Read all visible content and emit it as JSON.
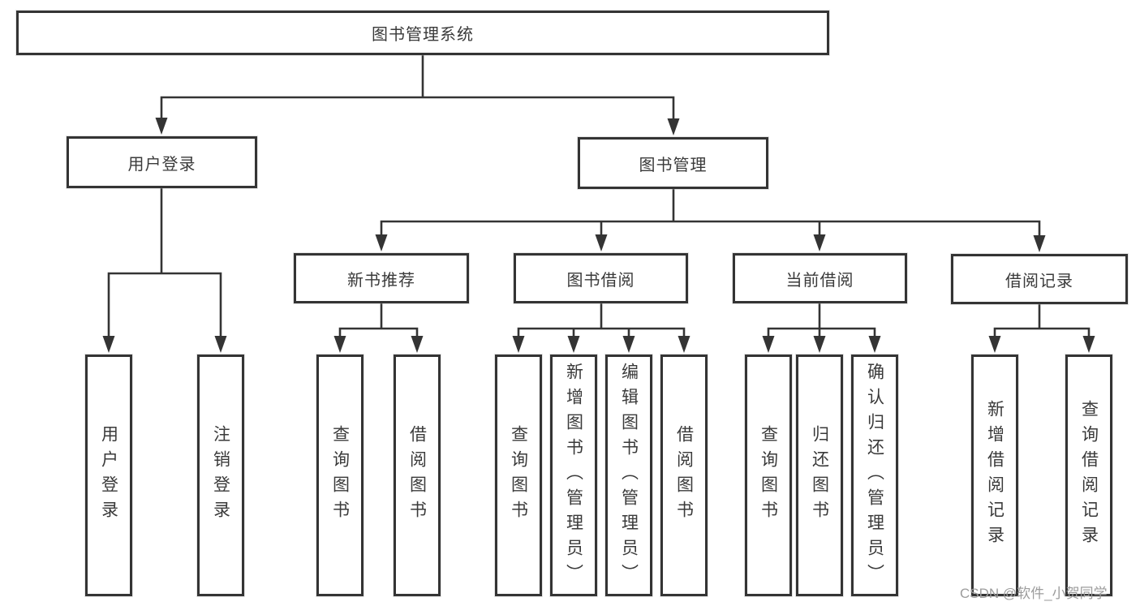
{
  "diagram": {
    "tree": {
      "label": "图书管理系统",
      "children": [
        {
          "label": "用户登录",
          "children": [
            {
              "label": "用户登录"
            },
            {
              "label": "注销登录"
            }
          ]
        },
        {
          "label": "图书管理",
          "children": [
            {
              "label": "新书推荐",
              "children": [
                {
                  "label": "查询图书"
                },
                {
                  "label": "借阅图书"
                }
              ]
            },
            {
              "label": "图书借阅",
              "children": [
                {
                  "label": "查询图书"
                },
                {
                  "label": "新增图书（管理员）"
                },
                {
                  "label": "编辑图书（管理员）"
                },
                {
                  "label": "借阅图书"
                }
              ]
            },
            {
              "label": "当前借阅",
              "children": [
                {
                  "label": "查询图书"
                },
                {
                  "label": "归还图书"
                },
                {
                  "label": "确认归还（管理员）"
                }
              ]
            },
            {
              "label": "借阅记录",
              "children": [
                {
                  "label": "新增借阅记录"
                },
                {
                  "label": "查询借阅记录"
                }
              ]
            }
          ]
        }
      ]
    },
    "colors": {
      "line": "#343434",
      "box_border": "#343434",
      "text": "#3a3a3a",
      "background": "#ffffff",
      "watermark": "#9c9c9c"
    }
  },
  "watermark": {
    "text": "CSDN @软件_小贺同学"
  }
}
